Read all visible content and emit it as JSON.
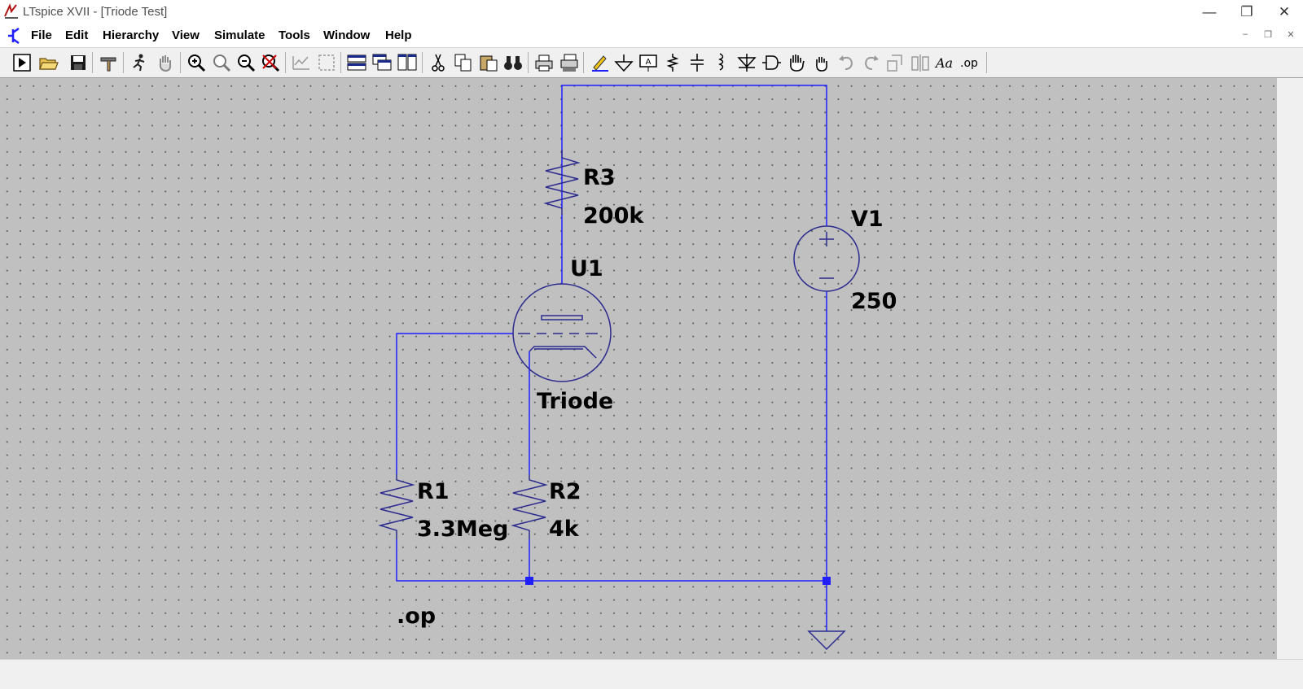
{
  "window": {
    "title": "LTspice XVII - [Triode Test]",
    "minimize_glyph": "—",
    "restore_glyph": "❐",
    "close_glyph": "✕"
  },
  "menu": {
    "items": [
      "File",
      "Edit",
      "Hierarchy",
      "View",
      "Simulate",
      "Tools",
      "Window",
      "Help"
    ]
  },
  "mdi": {
    "minimize": "–",
    "restore": "❐",
    "close": "✕"
  },
  "toolbar": {
    "icons": [
      "run-icon",
      "open-icon",
      "save-icon",
      "control-panel-icon",
      "halt-icon",
      "pan-icon",
      "zoom-in-icon",
      "zoom-fit-icon",
      "zoom-out-icon",
      "zoom-cancel-icon",
      "autorange-icon",
      "zoom-area-icon",
      "tile-horizontal-icon",
      "cascade-icon",
      "tile-vertical-icon",
      "cut-icon",
      "copy-icon",
      "paste-icon",
      "find-icon",
      "print-icon",
      "print-setup-icon",
      "wire-icon",
      "ground-icon",
      "label-net-icon",
      "resistor-icon",
      "capacitor-icon",
      "inductor-icon",
      "diode-icon",
      "component-icon",
      "move-icon",
      "drag-icon",
      "undo-icon",
      "redo-icon",
      "rotate-icon",
      "mirror-icon",
      "text-icon",
      "spice-directive-icon"
    ],
    "text_label": "Aa",
    "op_label": ".op"
  },
  "schematic": {
    "colors": {
      "wire": "#1f1fff",
      "component": "#2b2b8f",
      "background": "#c0c0c0",
      "dot": "#404040"
    },
    "components": [
      {
        "id": "R3",
        "name": "R3",
        "value": "200k"
      },
      {
        "id": "U1",
        "name": "U1",
        "value": "Triode"
      },
      {
        "id": "V1",
        "name": "V1",
        "value": "250"
      },
      {
        "id": "R1",
        "name": "R1",
        "value": "3.3Meg"
      },
      {
        "id": "R2",
        "name": "R2",
        "value": "4k"
      }
    ],
    "directive": ".op"
  }
}
